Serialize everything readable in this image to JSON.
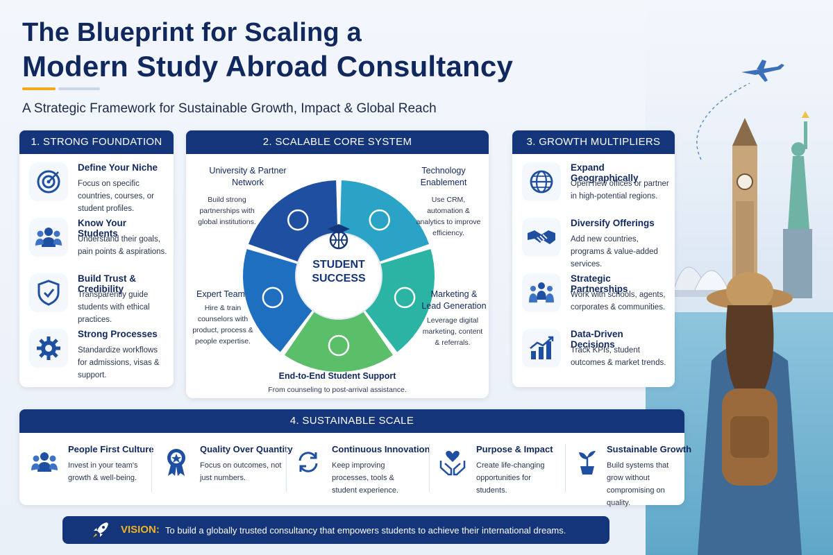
{
  "title_line1": "The Blueprint for Scaling a",
  "title_line2": "Modern Study Abroad Consultancy",
  "subtitle": "A Strategic Framework for Sustainable Growth, Impact & Global Reach",
  "colors": {
    "navy": "#14357a",
    "accent": "#f0a81b",
    "teal": "#2bb3a3",
    "green": "#5bbf6a",
    "blue": "#1f6fc0"
  },
  "foundation": {
    "header": "1. STRONG FOUNDATION",
    "items": [
      {
        "title": "Define Your Niche",
        "desc": "Focus on specific countries, courses, or student profiles.",
        "icon": "target-icon"
      },
      {
        "title": "Know Your Students",
        "desc": "Understand their goals, pain points & aspirations.",
        "icon": "people-icon"
      },
      {
        "title": "Build Trust & Credibility",
        "desc": "Transparently guide students with ethical practices.",
        "icon": "shield-icon"
      },
      {
        "title": "Strong Processes",
        "desc": "Standardize workflows for admissions, visas & support.",
        "icon": "gear-icon"
      }
    ]
  },
  "core": {
    "header": "2. SCALABLE CORE SYSTEM",
    "center": "STUDENT SUCCESS",
    "segments": [
      {
        "title": "University & Partner Network",
        "desc": "Build strong partnerships with global institutions.",
        "icon": "graduation-cap-icon"
      },
      {
        "title": "Technology Enablement",
        "desc": "Use CRM, automation & analytics to improve efficiency.",
        "icon": "computer-icon"
      },
      {
        "title": "Marketing & Lead Generation",
        "desc": "Leverage digital marketing, content & referrals.",
        "icon": "megaphone-icon"
      },
      {
        "title": "End-to-End Student Support",
        "desc": "From counseling to post-arrival assistance.",
        "icon": "headset-icon"
      },
      {
        "title": "Expert Team",
        "desc": "Hire & train counselors with product, process & people expertise.",
        "icon": "document-icon"
      }
    ]
  },
  "multipliers": {
    "header": "3. GROWTH MULTIPLIERS",
    "items": [
      {
        "title": "Expand Geographically",
        "desc": "Open new offices or partner in high-potential regions.",
        "icon": "globe-icon"
      },
      {
        "title": "Diversify Offerings",
        "desc": "Add new countries, programs & value-added services.",
        "icon": "handshake-icon"
      },
      {
        "title": "Strategic Partnerships",
        "desc": "Work with schools, agents, corporates & communities.",
        "icon": "group-icon"
      },
      {
        "title": "Data-Driven Decisions",
        "desc": "Track KPIs, student outcomes & market trends.",
        "icon": "bar-chart-icon"
      }
    ]
  },
  "scale": {
    "header": "4. SUSTAINABLE SCALE",
    "items": [
      {
        "title": "People First Culture",
        "desc": "Invest in your team's growth & well-being.",
        "icon": "people-icon"
      },
      {
        "title": "Quality Over Quantity",
        "desc": "Focus on outcomes, not just numbers.",
        "icon": "award-ribbon-icon"
      },
      {
        "title": "Continuous Innovation",
        "desc": "Keep improving processes, tools & student experience.",
        "icon": "refresh-icon"
      },
      {
        "title": "Purpose & Impact",
        "desc": "Create life-changing opportunities for students.",
        "icon": "heart-hands-icon"
      },
      {
        "title": "Sustainable Growth",
        "desc": "Build systems that grow without compromising on quality.",
        "icon": "plant-icon"
      }
    ]
  },
  "vision": {
    "label": "VISION:",
    "text": "To build a globally trusted consultancy that empowers students to achieve their international dreams."
  }
}
